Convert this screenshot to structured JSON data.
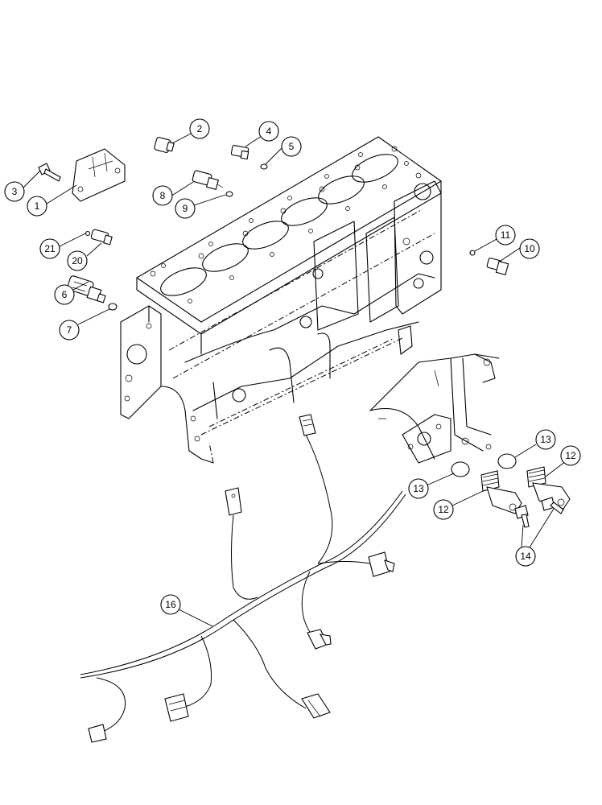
{
  "callouts": [
    {
      "id": "c1",
      "label": "1"
    },
    {
      "id": "c2",
      "label": "2"
    },
    {
      "id": "c3",
      "label": "3"
    },
    {
      "id": "c4",
      "label": "4"
    },
    {
      "id": "c5",
      "label": "5"
    },
    {
      "id": "c6",
      "label": "6"
    },
    {
      "id": "c7",
      "label": "7"
    },
    {
      "id": "c8",
      "label": "8"
    },
    {
      "id": "c9",
      "label": "9"
    },
    {
      "id": "c10",
      "label": "10"
    },
    {
      "id": "c11",
      "label": "11"
    },
    {
      "id": "c12a",
      "label": "12"
    },
    {
      "id": "c12b",
      "label": "12"
    },
    {
      "id": "c13a",
      "label": "13"
    },
    {
      "id": "c13b",
      "label": "13"
    },
    {
      "id": "c14",
      "label": "14"
    },
    {
      "id": "c16",
      "label": "16"
    },
    {
      "id": "c20",
      "label": "20"
    },
    {
      "id": "c21",
      "label": "21"
    }
  ]
}
